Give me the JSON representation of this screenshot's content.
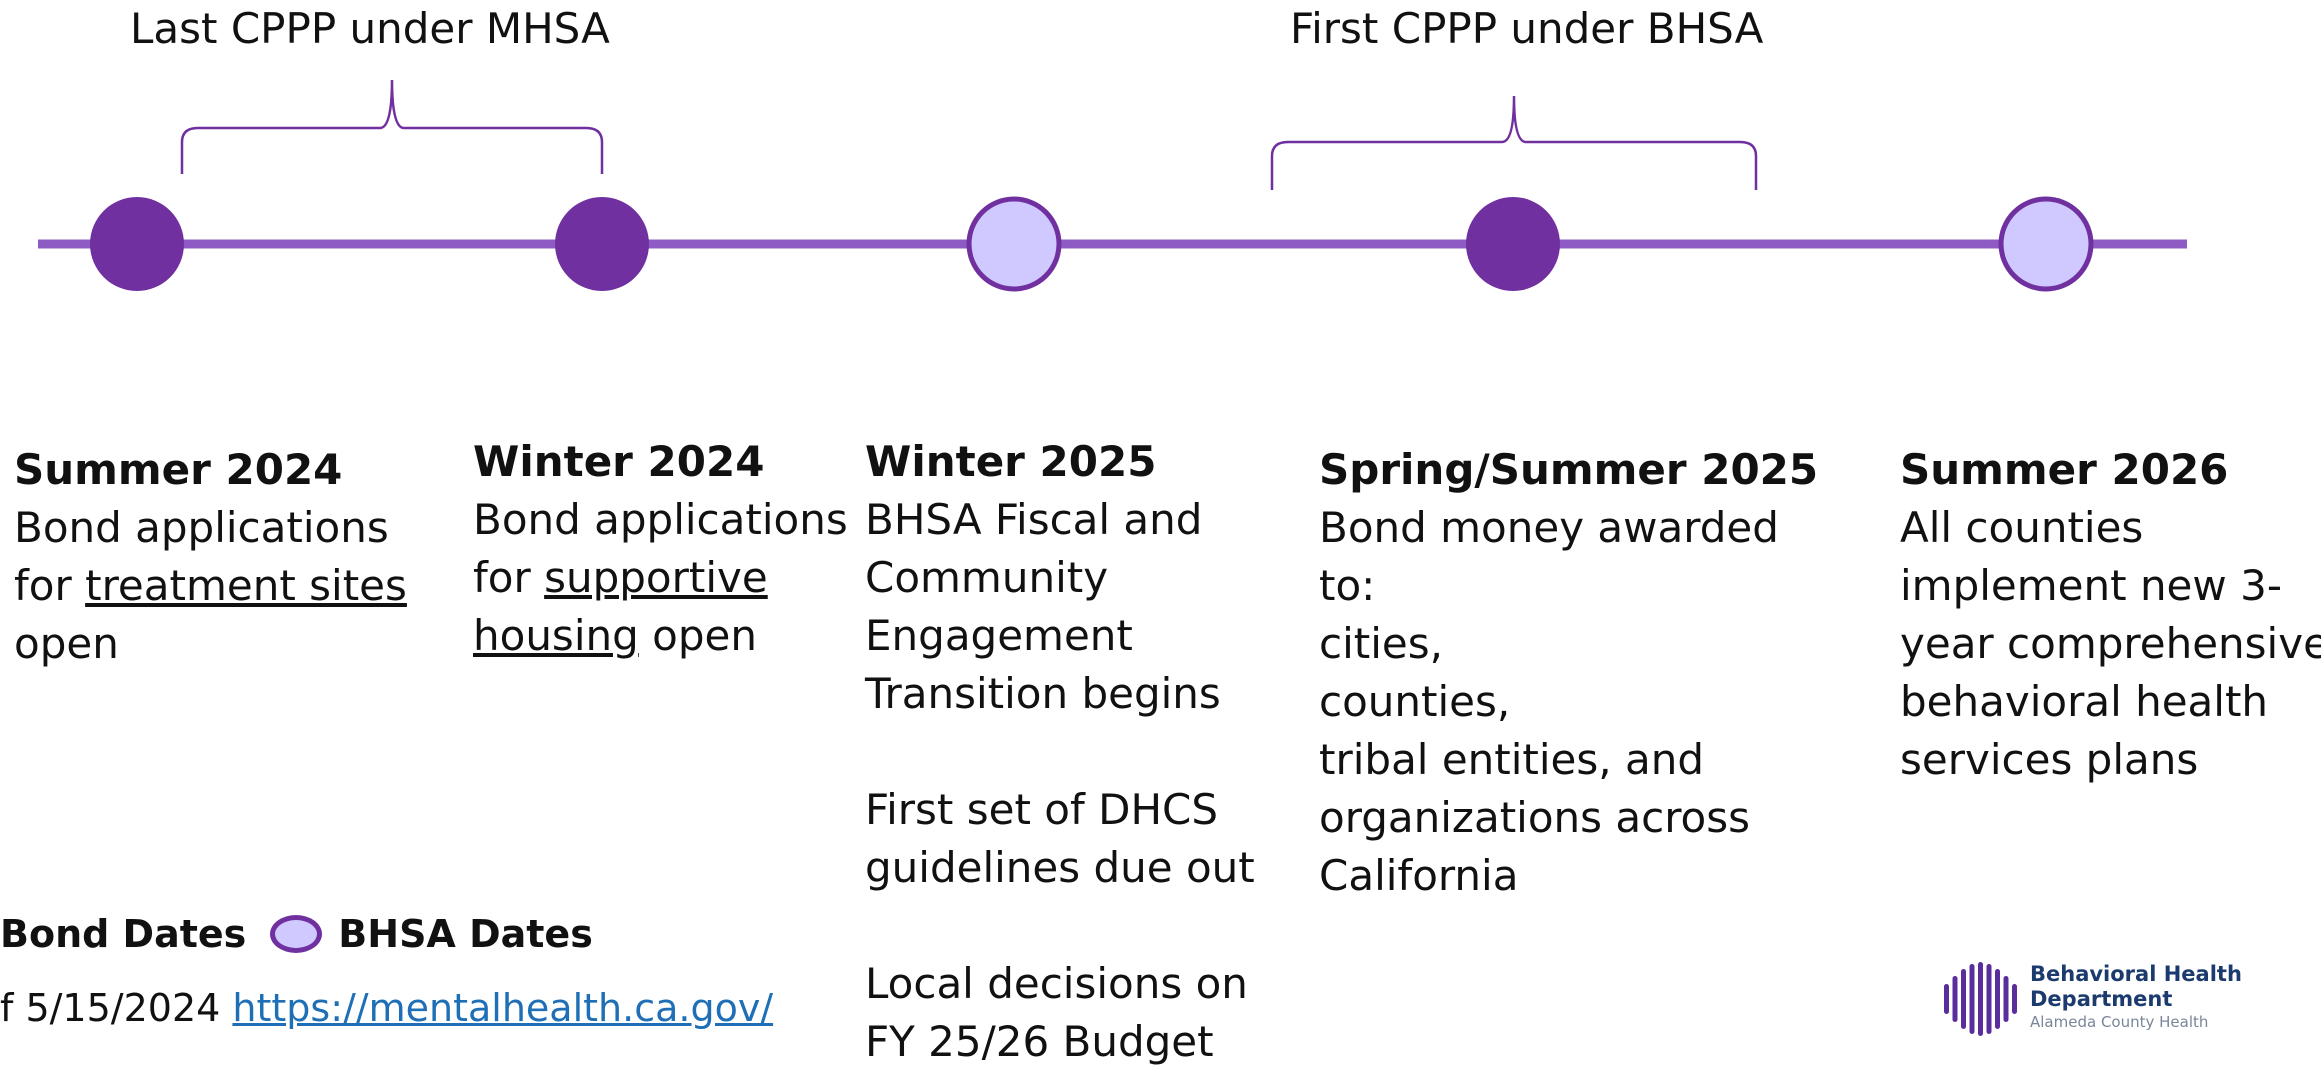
{
  "colors": {
    "line": "#8e5bc4",
    "bond_fill": "#7030a0",
    "bhsa_fill": "#cfc9ff",
    "bhsa_stroke": "#7030a0",
    "brace": "#7030a0",
    "link": "#1f6fb6",
    "logo": "#5a2d9c"
  },
  "brackets": {
    "left_label": "Last CPPP under MHSA",
    "right_label": "First CPPP under BHSA"
  },
  "nodes": [
    {
      "type": "bond"
    },
    {
      "type": "bond"
    },
    {
      "type": "bhsa"
    },
    {
      "type": "bond"
    },
    {
      "type": "bhsa"
    }
  ],
  "milestones": [
    {
      "title": "Summer 2024",
      "lines": [
        [
          {
            "t": "Bond applications"
          }
        ],
        [
          {
            "t": "for "
          },
          {
            "t": "treatment sites",
            "u": true
          }
        ],
        [
          {
            "t": "open"
          }
        ]
      ]
    },
    {
      "title": "Winter 2024",
      "lines": [
        [
          {
            "t": "Bond applications"
          }
        ],
        [
          {
            "t": "for "
          },
          {
            "t": "supportive",
            "u": true
          }
        ],
        [
          {
            "t": "housing",
            "u": true
          },
          {
            "t": " open"
          }
        ]
      ]
    },
    {
      "title": "Winter 2025",
      "paragraphs": [
        [
          "BHSA Fiscal and",
          "Community",
          "Engagement",
          "Transition begins"
        ],
        [
          "First set of DHCS",
          "guidelines due out"
        ],
        [
          "Local decisions on",
          "FY 25/26 Budget"
        ]
      ]
    },
    {
      "title": "Spring/Summer 2025",
      "lines": [
        [
          {
            "t": "Bond money awarded"
          }
        ],
        [
          {
            "t": "to:"
          }
        ],
        [
          {
            "t": "cities,"
          }
        ],
        [
          {
            "t": "counties,"
          }
        ],
        [
          {
            "t": "tribal entities, and"
          }
        ],
        [
          {
            "t": "organizations across"
          }
        ],
        [
          {
            "t": "California"
          }
        ]
      ]
    },
    {
      "title": "Summer 2026",
      "lines": [
        [
          {
            "t": "All counties"
          }
        ],
        [
          {
            "t": "implement new 3-"
          }
        ],
        [
          {
            "t": "year comprehensive"
          }
        ],
        [
          {
            "t": "behavioral health"
          }
        ],
        [
          {
            "t": "services plans"
          }
        ]
      ]
    }
  ],
  "legend": {
    "bond_label": "Bond Dates",
    "bhsa_label": "BHSA Dates"
  },
  "footer": {
    "prefix": "f 5/15/2024 ",
    "link": "https://mentalhealth.ca.gov/"
  },
  "logo": {
    "line1": "Behavioral Health",
    "line2": "Department",
    "line3": "Alameda County Health"
  }
}
